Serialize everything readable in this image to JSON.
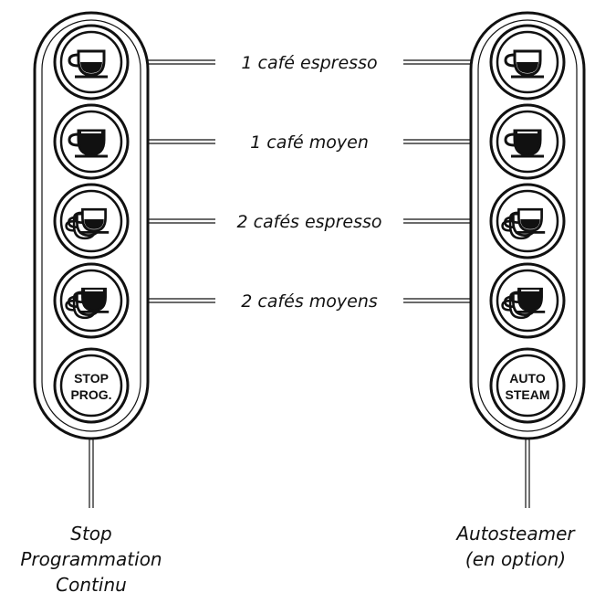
{
  "panels": {
    "left": {
      "stop_line1": "STOP",
      "stop_line2": "PROG."
    },
    "right": {
      "auto_line1": "AUTO",
      "auto_line2": "STEAM"
    }
  },
  "labels": [
    {
      "text": "1 café espresso",
      "icon": "single-espresso-cup-icon"
    },
    {
      "text": "1 café moyen",
      "icon": "single-medium-cup-icon"
    },
    {
      "text": "2 cafés espresso",
      "icon": "double-espresso-cup-icon"
    },
    {
      "text": "2 cafés moyens",
      "icon": "double-medium-cup-icon"
    }
  ],
  "bottom": {
    "left": {
      "line1": "Stop",
      "line2": "Programmation",
      "line3": "Continu"
    },
    "right": {
      "line1": "Autosteamer",
      "line2": "(en option)"
    }
  }
}
